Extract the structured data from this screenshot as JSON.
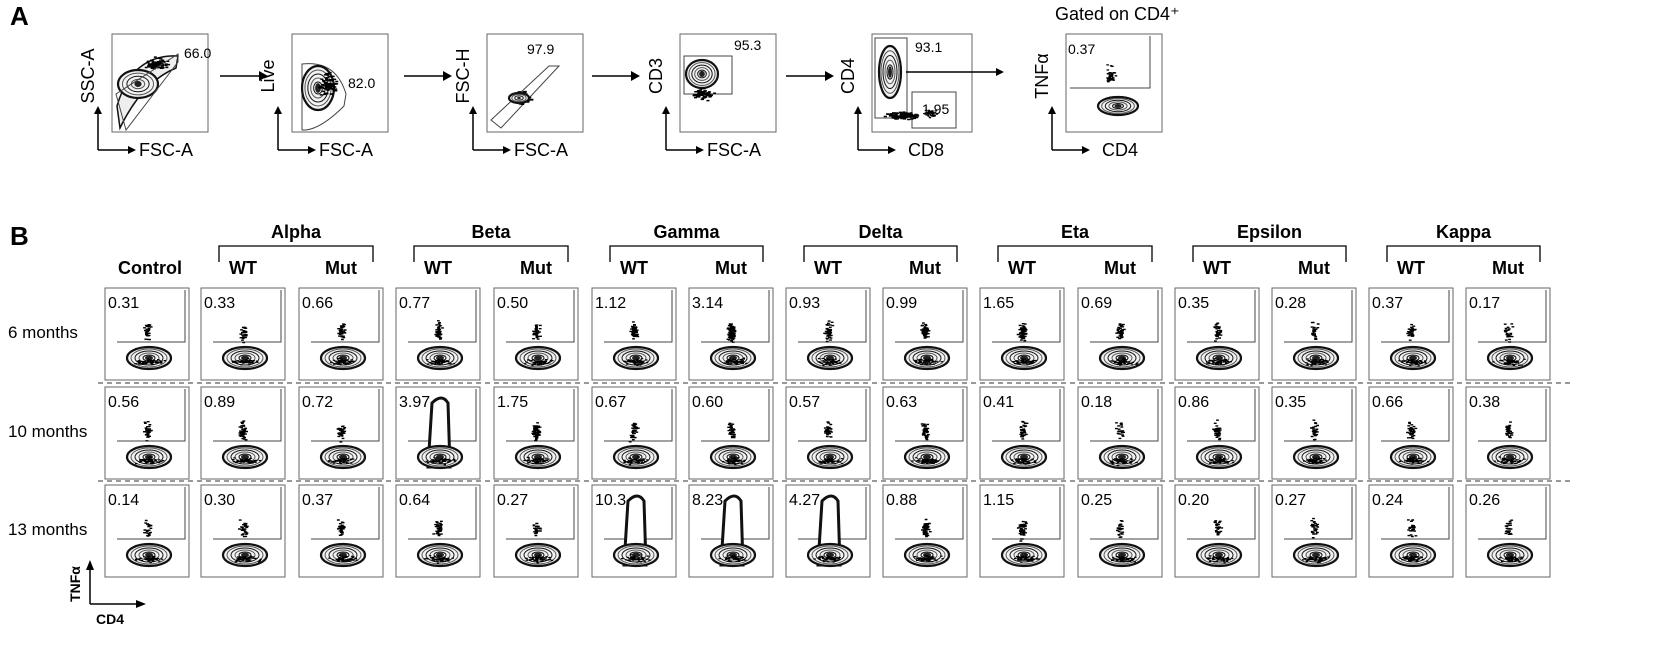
{
  "panel_a": {
    "letter": "A",
    "gated_label": "Gated on CD4⁺",
    "plots": [
      {
        "y": "SSC-A",
        "x": "FSC-A",
        "values": [
          "66.0"
        ]
      },
      {
        "y": "Live",
        "x": "FSC-A",
        "values": [
          "82.0"
        ]
      },
      {
        "y": "FSC-H",
        "x": "FSC-A",
        "values": [
          "97.9"
        ]
      },
      {
        "y": "CD3",
        "x": "FSC-A",
        "values": [
          "95.3"
        ]
      },
      {
        "y": "CD4",
        "x": "CD8",
        "values": [
          "93.1",
          "1.95"
        ]
      },
      {
        "y": "TNFα",
        "x": "CD4",
        "values": [
          "0.37"
        ]
      }
    ]
  },
  "panel_b": {
    "letter": "B",
    "control_label": "Control",
    "groups": [
      {
        "name": "Alpha",
        "sub": [
          "WT",
          "Mut"
        ]
      },
      {
        "name": "Beta",
        "sub": [
          "WT",
          "Mut"
        ]
      },
      {
        "name": "Gamma",
        "sub": [
          "WT",
          "Mut"
        ]
      },
      {
        "name": "Delta",
        "sub": [
          "WT",
          "Mut"
        ]
      },
      {
        "name": "Eta",
        "sub": [
          "WT",
          "Mut"
        ]
      },
      {
        "name": "Epsilon",
        "sub": [
          "WT",
          "Mut"
        ]
      },
      {
        "name": "Kappa",
        "sub": [
          "WT",
          "Mut"
        ]
      }
    ],
    "rows": [
      {
        "label": "6 months",
        "values": [
          "0.31",
          "0.33",
          "0.66",
          "0.77",
          "0.50",
          "1.12",
          "3.14",
          "0.93",
          "0.99",
          "1.65",
          "0.69",
          "0.35",
          "0.28",
          "0.37",
          "0.17"
        ]
      },
      {
        "label": "10 months",
        "values": [
          "0.56",
          "0.89",
          "0.72",
          "3.97",
          "1.75",
          "0.67",
          "0.60",
          "0.57",
          "0.63",
          "0.41",
          "0.18",
          "0.86",
          "0.35",
          "0.66",
          "0.38"
        ]
      },
      {
        "label": "13 months",
        "values": [
          "0.14",
          "0.30",
          "0.37",
          "0.64",
          "0.27",
          "10.3",
          "8.23",
          "4.27",
          "0.88",
          "1.15",
          "0.25",
          "0.20",
          "0.27",
          "0.24",
          "0.26"
        ]
      }
    ],
    "legend": {
      "y": "TNFα",
      "x": "CD4"
    }
  }
}
